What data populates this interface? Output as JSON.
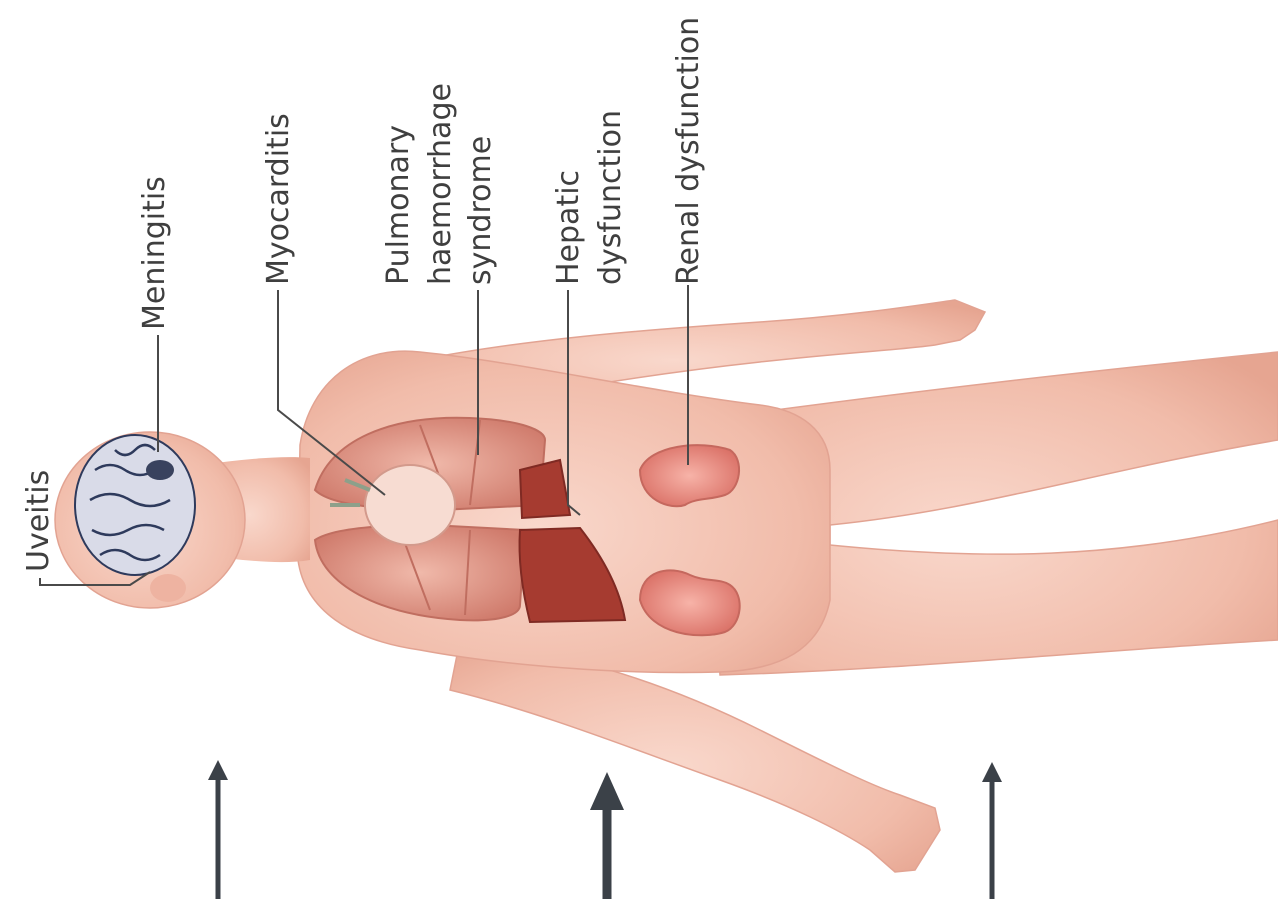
{
  "labels": {
    "uveitis": "Uveitis",
    "meningitis": "Meningitis",
    "myocarditis": "Myocarditis",
    "pulmonary_line1": "Pulmonary",
    "pulmonary_line2": "haemorrhage",
    "pulmonary_line3": "syndrome",
    "hepatic_line1": "Hepatic",
    "hepatic_line2": "dysfunction",
    "renal": "Renal dysfunction"
  },
  "colors": {
    "skin": "#f3c5b6",
    "skin_shadow": "#e2a392",
    "lung": "#e7a293",
    "lung_edge": "#c06e60",
    "liver": "#a63b30",
    "kidney": "#e58d82",
    "brain": "#d9dbe8",
    "arrow": "#3b4148"
  },
  "icons": [
    "arrow-up-icon",
    "arrow-up-icon",
    "arrow-up-icon"
  ]
}
